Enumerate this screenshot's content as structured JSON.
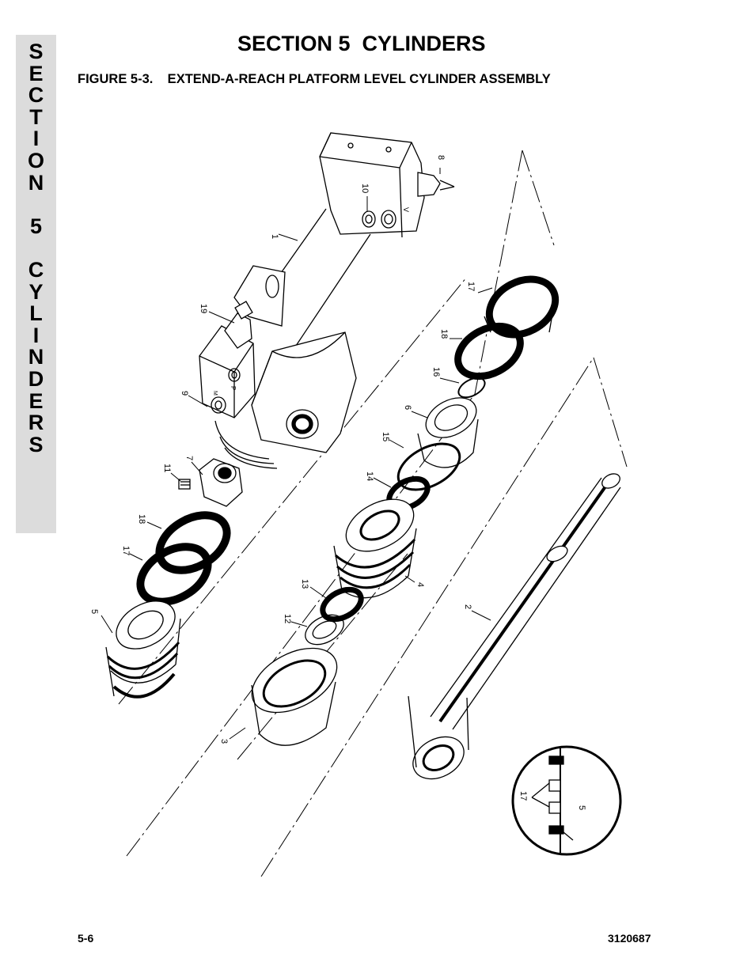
{
  "side_tab": {
    "letters": [
      "S",
      "E",
      "C",
      "T",
      "I",
      "O",
      "N",
      "",
      "5",
      "",
      "C",
      "Y",
      "L",
      "I",
      "N",
      "D",
      "E",
      "R",
      "S"
    ]
  },
  "header": {
    "section_title": "SECTION 5  CYLINDERS",
    "figure_title": "FIGURE 5-3.    EXTEND-A-REACH PLATFORM LEVEL CYLINDER ASSEMBLY"
  },
  "figure": {
    "callouts": {
      "c1": "1",
      "c2": "2",
      "c3": "3",
      "c4": "4",
      "c5": "5",
      "c6": "6",
      "c7": "7",
      "c8": "8",
      "c9": "9",
      "c10": "10",
      "c11": "11",
      "c12": "12",
      "c13": "13",
      "c14": "14",
      "c15": "15",
      "c16": "16",
      "c17a": "17",
      "c17b": "17",
      "c18a": "18",
      "c18b": "18",
      "c17detail": "17",
      "c5detail": "5"
    },
    "valve_marks": {
      "v": "V",
      "p": "P",
      "m": "M"
    }
  },
  "footer": {
    "page_number": "5-6",
    "doc_number": "3120687"
  }
}
